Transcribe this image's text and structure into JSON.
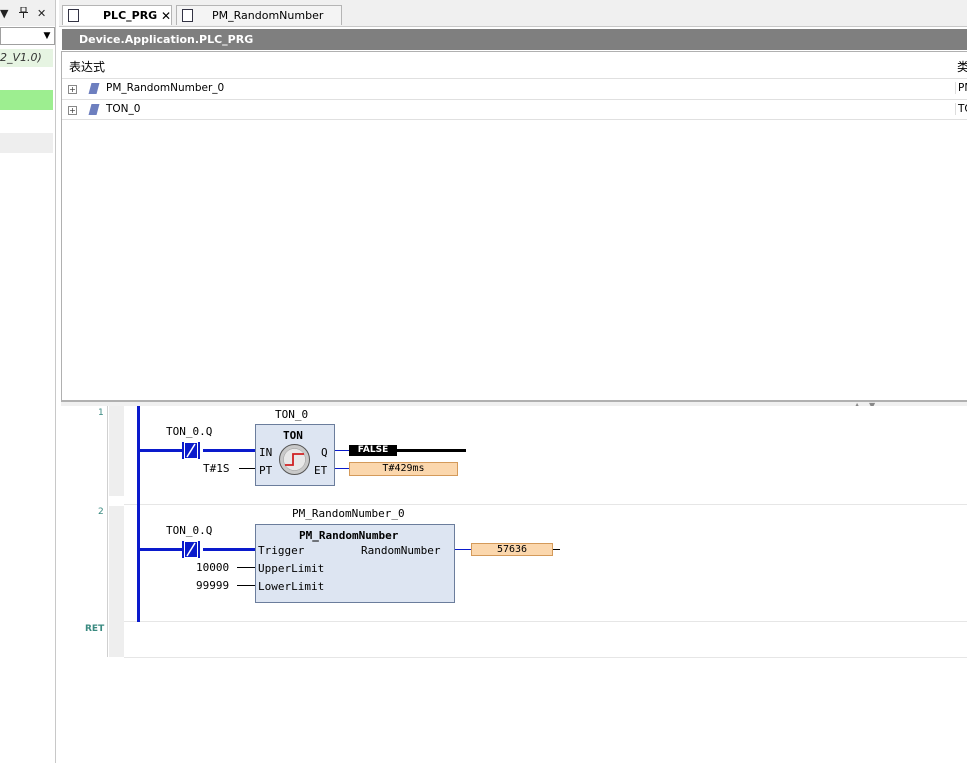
{
  "left_panel": {
    "header_icons": [
      "chevron-down-icon",
      "pin-icon",
      "close-icon"
    ],
    "header_glyphs": [
      "▼",
      "ᵖ",
      "✕"
    ],
    "version_text": "2_V1.0)"
  },
  "tabs": [
    {
      "label": "PLC_PRG",
      "active": true,
      "close": "✕"
    },
    {
      "label": "PM_RandomNumber",
      "active": false
    }
  ],
  "path": "Device.Application.PLC_PRG",
  "var_table": {
    "columns": [
      "表达式",
      "类"
    ],
    "rows": [
      {
        "expander": "+",
        "name": "PM_RandomNumber_0",
        "type": "PM"
      },
      {
        "expander": "+",
        "name": "TON_0",
        "type": "TO"
      }
    ]
  },
  "ladder": {
    "networks": [
      {
        "number": "1",
        "contact_label": "TON_0.Q",
        "instance": "TON_0",
        "fb_type": "TON",
        "inputs": [
          {
            "name": "IN",
            "value": ""
          },
          {
            "name": "PT",
            "value": "T#1S"
          }
        ],
        "outputs": [
          {
            "name": "Q",
            "value": "FALSE"
          },
          {
            "name": "ET",
            "value": "T#429ms"
          }
        ]
      },
      {
        "number": "2",
        "contact_label": "TON_0.Q",
        "instance": "PM_RandomNumber_0",
        "fb_type": "PM_RandomNumber",
        "inputs": [
          {
            "name": "Trigger",
            "value": ""
          },
          {
            "name": "UpperLimit",
            "value": "10000"
          },
          {
            "name": "LowerLimit",
            "value": "99999"
          }
        ],
        "outputs": [
          {
            "name": "RandomNumber",
            "value": "57636"
          }
        ]
      }
    ],
    "ret_label": "RET"
  },
  "colors": {
    "power_rail": "#0a1acc",
    "fb_fill": "#dde5f2",
    "value_fill": "#fbd7ad",
    "active_green": "#9dee90",
    "path_bar": "#7f7f7f"
  }
}
